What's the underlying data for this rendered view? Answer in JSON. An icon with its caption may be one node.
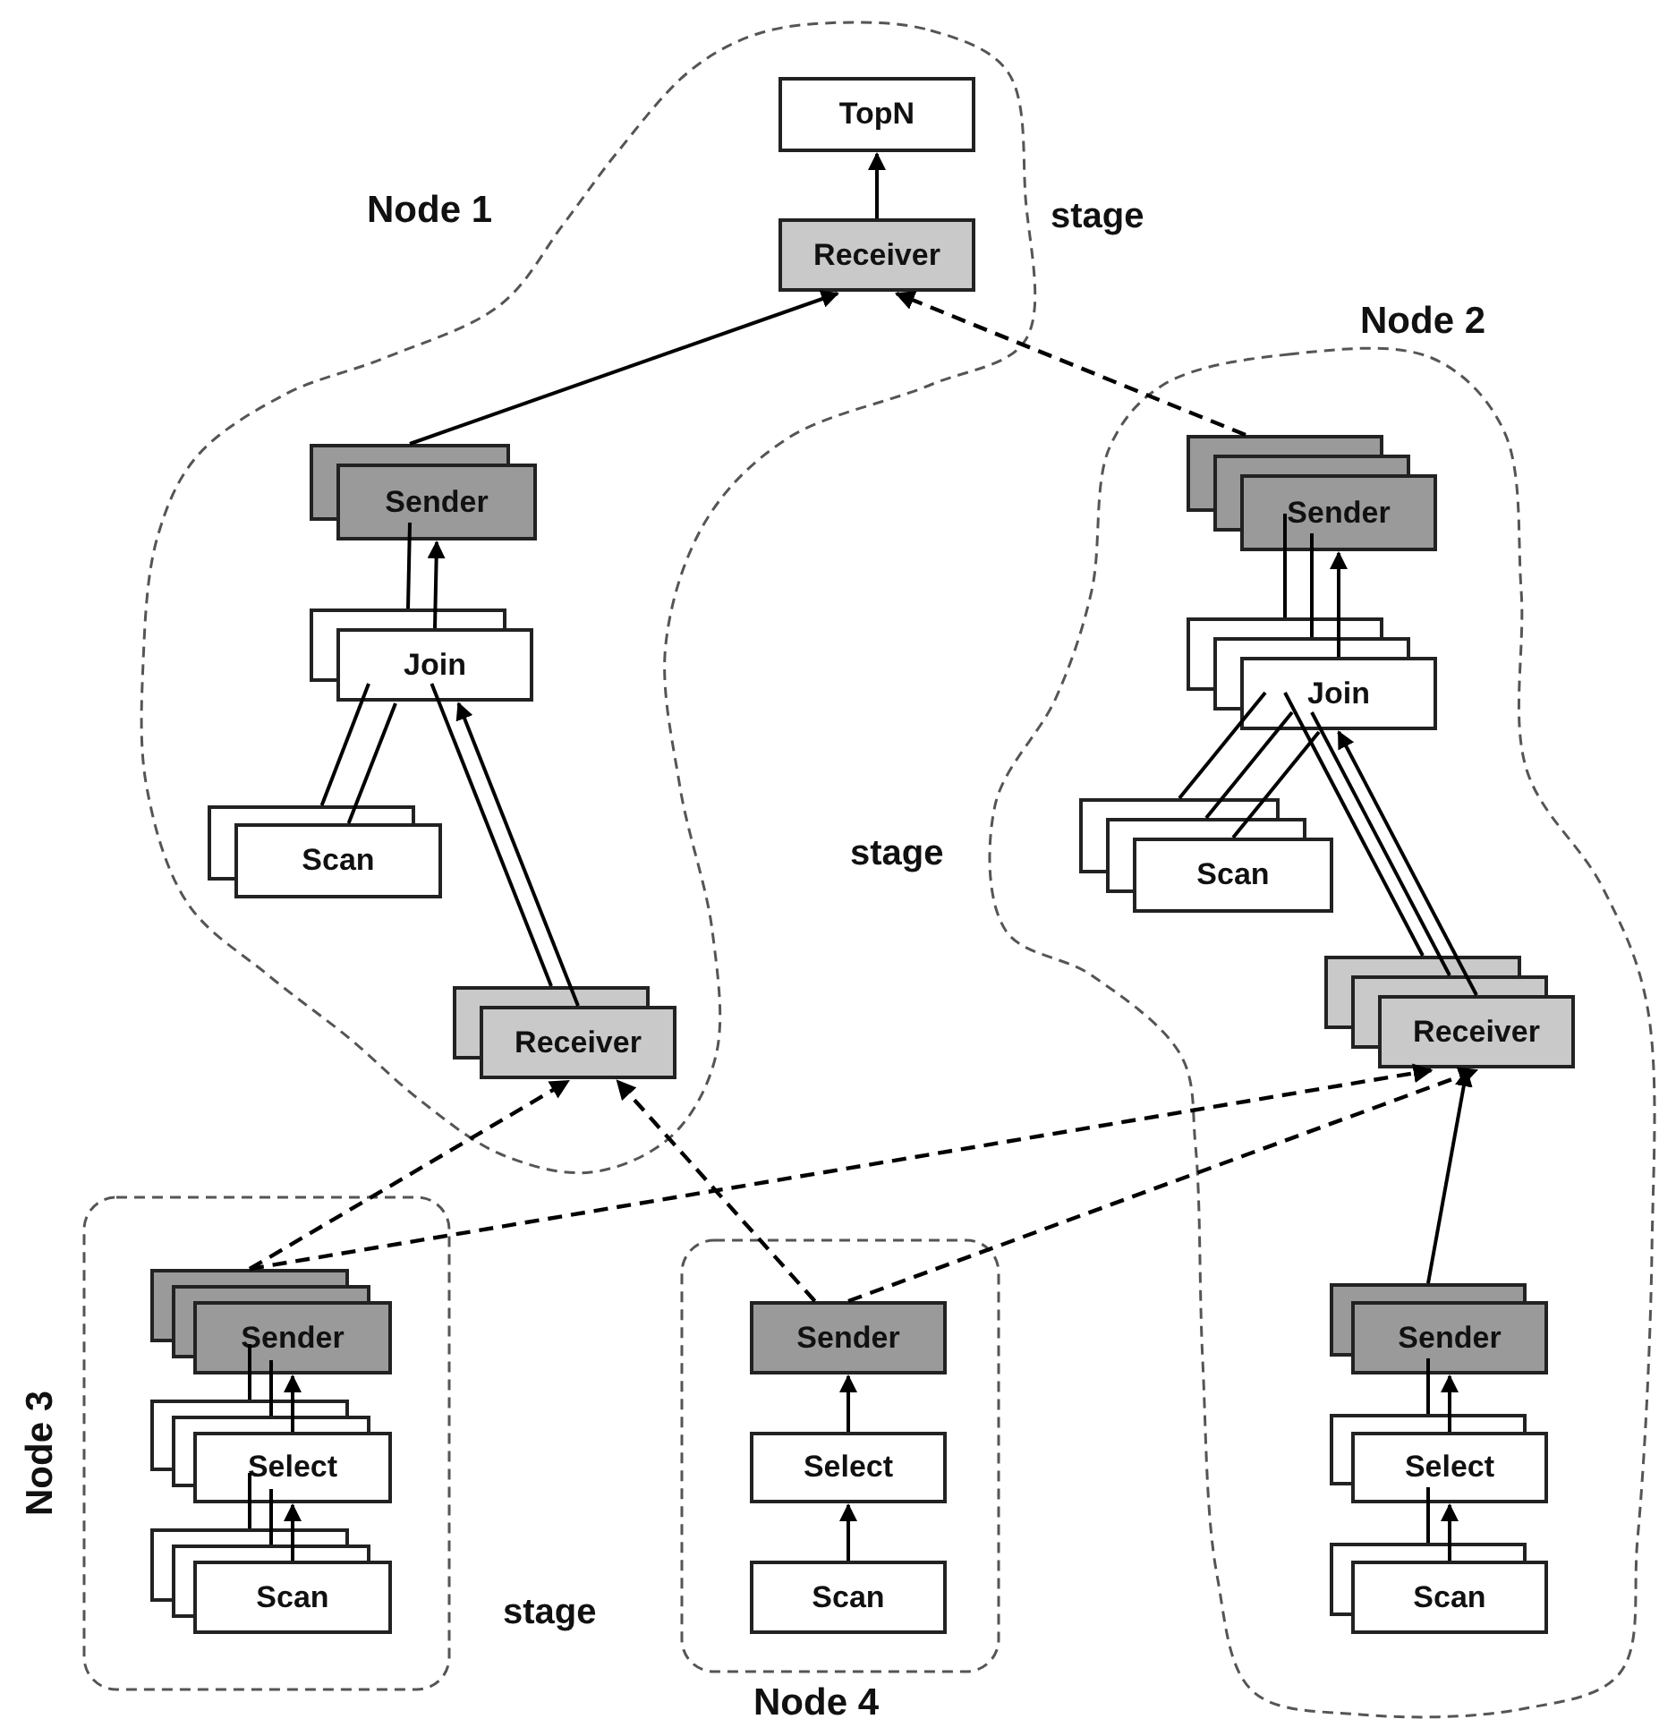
{
  "diagram": {
    "nodes": [
      {
        "text": [
          "Node 1"
        ]
      },
      {
        "text": [
          "TopN"
        ],
        "in": 0
      },
      {
        "text": [
          "Receiver"
        ],
        "in": 0
      },
      {
        "text": [
          "Sender"
        ],
        "in": 0
      },
      {
        "text": [
          "Join"
        ],
        "in": 0
      },
      {
        "text": [
          "Scan"
        ],
        "in": 0
      },
      {
        "text": [
          "Receiver"
        ],
        "in": 0
      },
      {
        "text": [
          "Node 2"
        ]
      },
      {
        "text": [
          "Sender"
        ],
        "in": 7
      },
      {
        "text": [
          "Join"
        ],
        "in": 7
      },
      {
        "text": [
          "Scan"
        ],
        "in": 7
      },
      {
        "text": [
          "Receiver"
        ],
        "in": 7
      },
      {
        "text": [
          "Sender"
        ],
        "in": 7
      },
      {
        "text": [
          "Select"
        ],
        "in": 7
      },
      {
        "text": [
          "Scan"
        ],
        "in": 7
      },
      {
        "text": [
          "Node 3"
        ]
      },
      {
        "text": [
          "Sender"
        ],
        "in": 15
      },
      {
        "text": [
          "Select"
        ],
        "in": 15
      },
      {
        "text": [
          "Scan"
        ],
        "in": 15
      },
      {
        "text": [
          "Node 4"
        ]
      },
      {
        "text": [
          "Sender"
        ],
        "in": 19
      },
      {
        "text": [
          "Select"
        ],
        "in": 19
      },
      {
        "text": [
          "Scan"
        ],
        "in": 19
      }
    ],
    "edges": [
      {
        "from": 2,
        "to": 1,
        "arrow": "to"
      },
      {
        "from": 3,
        "to": 2,
        "arrow": "to"
      },
      {
        "from": 4,
        "to": 3,
        "arrow": "none"
      },
      {
        "from": 4,
        "to": 3,
        "arrow": "to"
      },
      {
        "from": 5,
        "to": 4,
        "arrow": "none"
      },
      {
        "from": 5,
        "to": 4,
        "arrow": "none"
      },
      {
        "from": 6,
        "to": 4,
        "arrow": "none"
      },
      {
        "from": 6,
        "to": 4,
        "arrow": "to"
      },
      {
        "from": 8,
        "to": 2,
        "arrow": "to",
        "style": "dashed"
      },
      {
        "from": 9,
        "to": 8,
        "arrow": "none"
      },
      {
        "from": 9,
        "to": 8,
        "arrow": "none"
      },
      {
        "from": 9,
        "to": 8,
        "arrow": "to"
      },
      {
        "from": 10,
        "to": 9,
        "arrow": "none"
      },
      {
        "from": 10,
        "to": 9,
        "arrow": "none"
      },
      {
        "from": 10,
        "to": 9,
        "arrow": "none"
      },
      {
        "from": 11,
        "to": 9,
        "arrow": "none"
      },
      {
        "from": 11,
        "to": 9,
        "arrow": "none"
      },
      {
        "from": 11,
        "to": 9,
        "arrow": "to"
      },
      {
        "from": 12,
        "to": 11,
        "arrow": "to"
      },
      {
        "from": 13,
        "to": 12,
        "arrow": "none"
      },
      {
        "from": 13,
        "to": 12,
        "arrow": "to"
      },
      {
        "from": 14,
        "to": 13,
        "arrow": "none"
      },
      {
        "from": 14,
        "to": 13,
        "arrow": "to"
      },
      {
        "from": 17,
        "to": 16,
        "arrow": "none"
      },
      {
        "from": 17,
        "to": 16,
        "arrow": "none"
      },
      {
        "from": 17,
        "to": 16,
        "arrow": "to"
      },
      {
        "from": 18,
        "to": 17,
        "arrow": "none"
      },
      {
        "from": 18,
        "to": 17,
        "arrow": "none"
      },
      {
        "from": 18,
        "to": 17,
        "arrow": "to"
      },
      {
        "from": 16,
        "to": 6,
        "arrow": "to",
        "style": "dashed"
      },
      {
        "from": 16,
        "to": 11,
        "arrow": "to",
        "style": "dashed"
      },
      {
        "from": 20,
        "to": 6,
        "arrow": "to",
        "style": "dashed"
      },
      {
        "from": 20,
        "to": 11,
        "arrow": "to",
        "style": "dashed"
      },
      {
        "from": 21,
        "to": 20,
        "arrow": "to"
      },
      {
        "from": 22,
        "to": 21,
        "arrow": "to"
      }
    ],
    "labels": [
      "stage",
      "stage",
      "stage"
    ]
  }
}
